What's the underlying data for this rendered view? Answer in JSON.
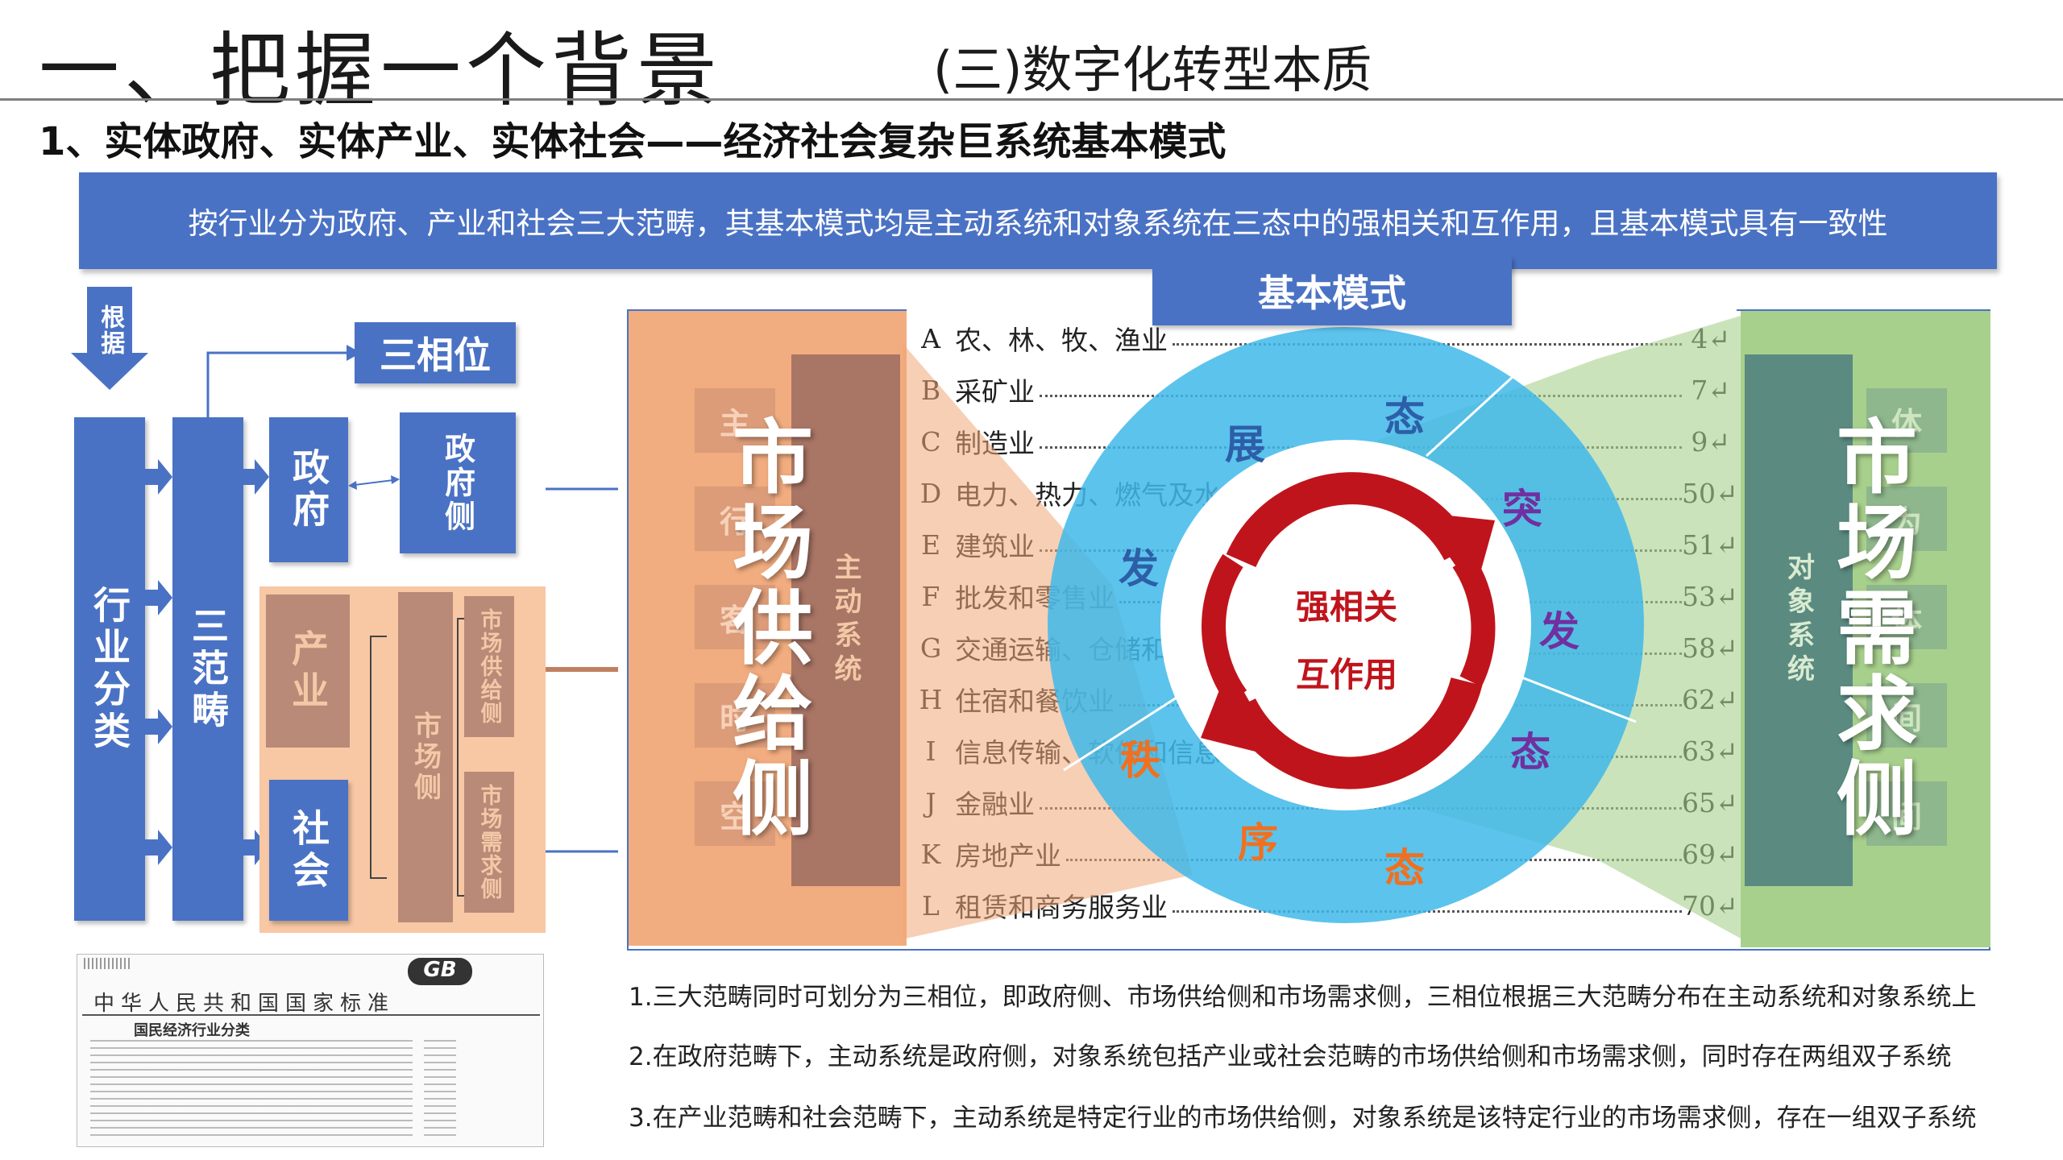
{
  "header": {
    "title": "一、把握一个背景",
    "subtitle": "(三)数字化转型本质",
    "heading": "1、实体政府、实体产业、实体社会——经济社会复杂巨系统基本模式"
  },
  "banner": "按行业分为政府、产业和社会三大范畴，其基本模式均是主动系统和对象系统在三态中的强相关和互作用，且基本模式具有一致性",
  "left_flow": {
    "basis": "根据",
    "industry": "行业分类",
    "three_categories": "三范畴",
    "three_phases": "三相位",
    "government": "政府",
    "industry_cat": "产业",
    "society": "社会",
    "gov_side": "政府侧",
    "market": "市场侧",
    "market_supply": "市场供给侧",
    "market_demand": "市场需求侧"
  },
  "diagram": {
    "title": "基本模式",
    "supply_side": "市场供给侧",
    "supply_system": "主动系统",
    "demand_side": "市场需求侧",
    "demand_system": "对象系统",
    "supply_hidden": [
      "主",
      "行",
      "客",
      "时",
      "空"
    ],
    "demand_hidden": [
      "体",
      "为",
      "体",
      "间",
      "间"
    ],
    "center_line1": "强相关",
    "center_line2": "互作用",
    "ring": {
      "develop": "发展态",
      "order": "秩序态",
      "sudden": "突发态"
    },
    "ring_chars": {
      "zhan": "展",
      "tai_top": "态",
      "fa_left": "发",
      "tu": "突",
      "fa_right": "发",
      "tai_right": "态",
      "zhi": "秩",
      "xu": "序",
      "tai_bottom": "态"
    }
  },
  "industries": [
    {
      "code": "A",
      "name": "农、林、牧、渔业",
      "page": "4↵"
    },
    {
      "code": "B",
      "name": "采矿业",
      "page": "7↵"
    },
    {
      "code": "C",
      "name": "制造业",
      "page": "9↵"
    },
    {
      "code": "D",
      "name": "电力、热力、燃气及水生产和供应业",
      "page": "50↵"
    },
    {
      "code": "E",
      "name": "建筑业",
      "page": "51↵"
    },
    {
      "code": "F",
      "name": "批发和零售业",
      "page": "53↵"
    },
    {
      "code": "G",
      "name": "交通运输、仓储和邮政业",
      "page": "58↵"
    },
    {
      "code": "H",
      "name": "住宿和餐饮业",
      "page": "62↵"
    },
    {
      "code": "I",
      "name": "信息传输、软件和信息技术服务业",
      "page": "63↵"
    },
    {
      "code": "J",
      "name": "金融业",
      "page": "65↵"
    },
    {
      "code": "K",
      "name": "房地产业",
      "page": "69↵"
    },
    {
      "code": "L",
      "name": "租赁和商务服务业",
      "page": "70↵"
    }
  ],
  "gb_doc": {
    "logo": "GB",
    "title_line": "中华人民共和国国家标准",
    "subtitle_line": "国民经济行业分类"
  },
  "notes": [
    "1.三大范畴同时可划分为三相位，即政府侧、市场供给侧和市场需求侧，三相位根据三大范畴分布在主动系统和对象系统上",
    "2.在政府范畴下，主动系统是政府侧，对象系统包括产业或社会范畴的市场供给侧和市场需求侧，同时存在两组双子系统",
    "3.在产业范畴和社会范畴下，主动系统是特定行业的市场供给侧，对象系统是该特定行业的市场需求侧，存在一组双子系统"
  ],
  "colors": {
    "blue": "#4a72c4",
    "orange": "#f0a878",
    "brown": "#a97565",
    "green_light": "#a8d08d",
    "teal": "#5a8a80",
    "cyan": "#40b8ea",
    "red": "#c0141c"
  }
}
